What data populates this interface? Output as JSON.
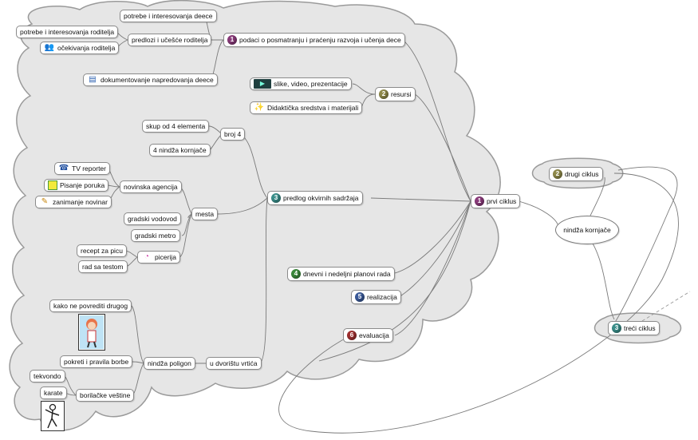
{
  "colors": {
    "cloud_fill": "#e6e6e6",
    "cloud_stroke": "#9a9a9a",
    "line": "#7a7a7a",
    "num_purple": "#8a3a7a",
    "num_olive": "#8f8a4a",
    "num_teal": "#3a8f8a",
    "num_green": "#3a8a3a",
    "num_blue": "#3a5a9a",
    "num_red": "#a03030"
  },
  "center": {
    "label": "nindža kornjače"
  },
  "cycles": {
    "first": {
      "num": "1",
      "label": "prvi ciklus"
    },
    "second": {
      "num": "2",
      "label": "drugi ciklus"
    },
    "third": {
      "num": "3",
      "label": "treći ciklus"
    }
  },
  "branches": {
    "podaci": {
      "num": "1",
      "label": "podaci o posmatranju i praćenju razvoja i učenja dece"
    },
    "resursi": {
      "num": "2",
      "label": "resursi"
    },
    "predlog": {
      "num": "3",
      "label": "predlog okvirnih sadržaja"
    },
    "planovi": {
      "num": "4",
      "label": "dnevni i nedeljni planovi rada"
    },
    "realizacija": {
      "num": "5",
      "label": "realizacija"
    },
    "evaluacija": {
      "num": "6",
      "label": "evaluacija"
    }
  },
  "podaci_children": {
    "interesovanja_dece": "potrebe i interesovanja deece",
    "predlozi": "predlozi i učešće roditelja",
    "interesovanja_roditelja": "potrebe i interesovanja roditelja",
    "ocekivanja": "očekivanja roditelja",
    "dokumentovanje": "dokumentovanje napredovanja deece"
  },
  "resursi_children": {
    "slike": "slike, video, prezentacije",
    "didakticka": "Didaktička sredstva i materijali"
  },
  "predlog_children": {
    "broj4": "broj 4",
    "skup": "skup od 4 elementa",
    "kornjace4": "4 nindža kornjače",
    "mesta": "mesta",
    "novinska": "novinska agencija",
    "tv": "TV reporter",
    "pisanje": "Pisanje poruka",
    "zanimanje": "zanimanje novinar",
    "vodovod": "gradski vodovod",
    "metro": "gradski metro",
    "picerija": "picerija",
    "recept": "recept za picu",
    "test": "rad sa testom",
    "dvoristu": "u dvorištu vrtića",
    "poligon": "nindža poligon",
    "povrediti": "kako ne povrediti drugog",
    "pokreti": "pokreti i pravila borbe",
    "borilacke": "borilačke veštine",
    "tekvondo": "tekvondo",
    "karate": "karate"
  }
}
